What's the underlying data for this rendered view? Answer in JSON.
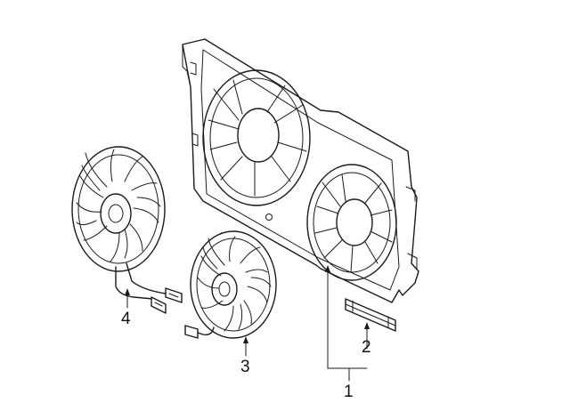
{
  "callouts": [
    {
      "id": "1",
      "text": "1"
    },
    {
      "id": "2",
      "text": "2"
    },
    {
      "id": "3",
      "text": "3"
    },
    {
      "id": "4",
      "text": "4"
    }
  ],
  "colors": {
    "line": "#1a1a1a",
    "background": "#ffffff"
  }
}
